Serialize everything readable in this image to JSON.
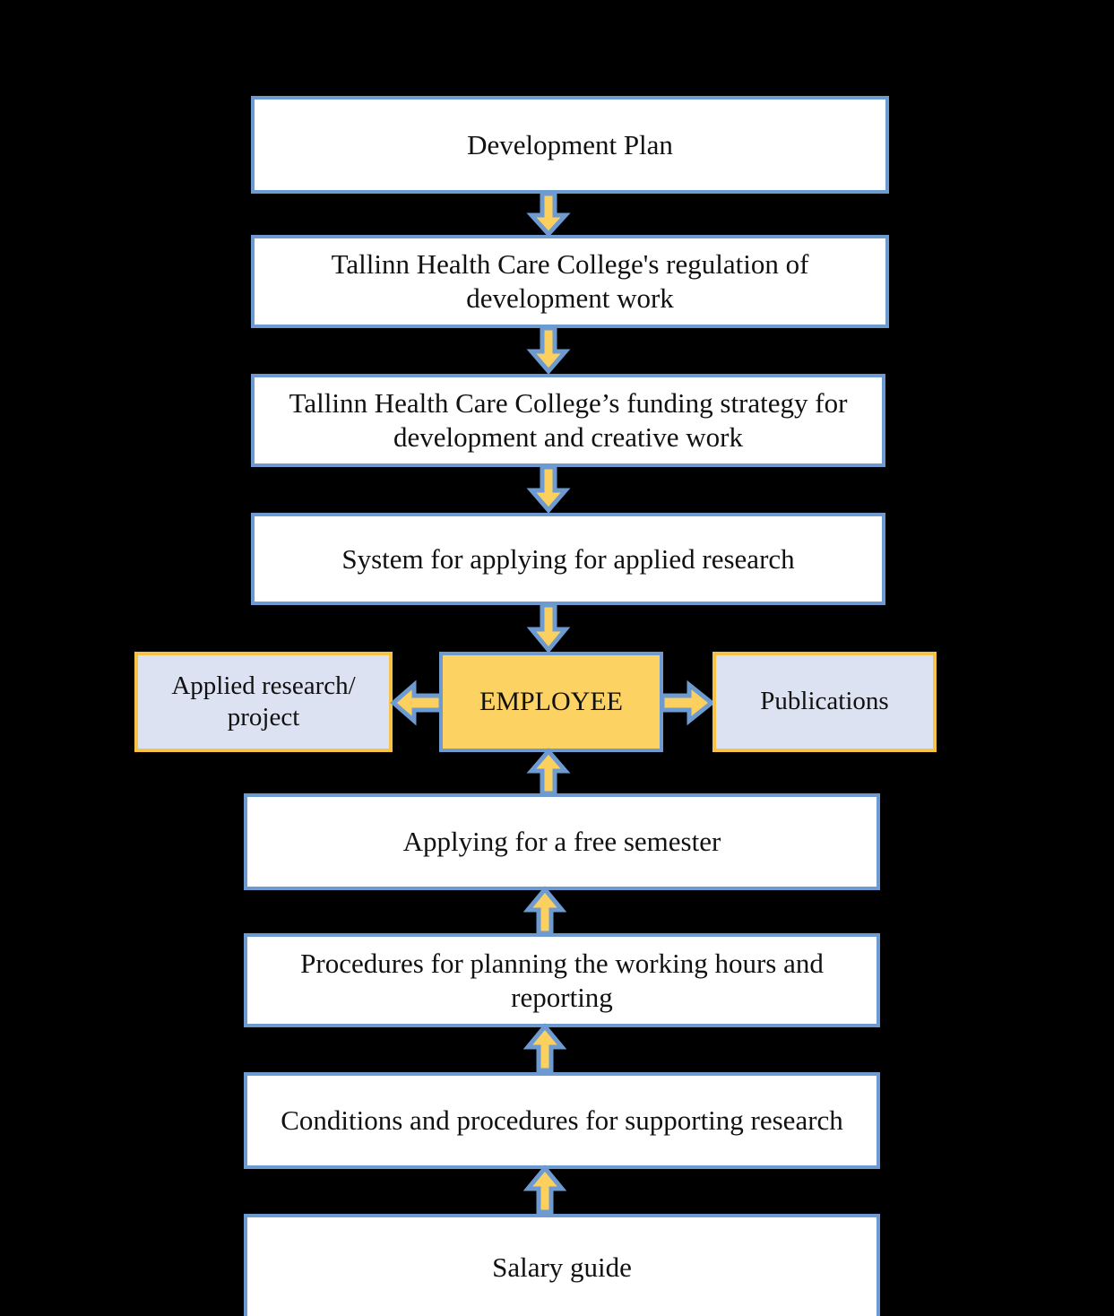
{
  "diagram": {
    "title": "Development work support system flow",
    "colors": {
      "background": "#000000",
      "box_border_blue": "#6D9BD1",
      "box_border_yellow": "#F6C344",
      "box_fill_white": "#FFFFFF",
      "box_fill_pale_blue": "#DCE2F1",
      "box_fill_yellow": "#FCD263",
      "arrow_fill": "#FBD05F",
      "arrow_outline": "#6D9BD1",
      "text": "#111111"
    },
    "nodes": {
      "development_plan": "Development Plan",
      "regulation": "Tallinn Health Care College's regulation of development work",
      "funding_strategy": "Tallinn Health Care College’s funding strategy for development and creative work",
      "system_applied_research": "System for applying for applied research",
      "employee": "EMPLOYEE",
      "applied_research_project": "Applied research/ project",
      "publications": "Publications",
      "free_semester": "Applying for a free semester",
      "working_hours": "Procedures for planning the working hours and reporting",
      "supporting_research": "Conditions and procedures for supporting research",
      "salary_guide": "Salary guide"
    },
    "arrows": [
      {
        "name": "arrow-development-plan-to-regulation",
        "direction": "down"
      },
      {
        "name": "arrow-regulation-to-funding-strategy",
        "direction": "down"
      },
      {
        "name": "arrow-funding-strategy-to-system",
        "direction": "down"
      },
      {
        "name": "arrow-system-to-employee",
        "direction": "down"
      },
      {
        "name": "arrow-employee-to-applied-research",
        "direction": "left"
      },
      {
        "name": "arrow-employee-to-publications",
        "direction": "right"
      },
      {
        "name": "arrow-free-semester-to-employee",
        "direction": "up"
      },
      {
        "name": "arrow-working-hours-to-free-semester",
        "direction": "up"
      },
      {
        "name": "arrow-supporting-research-to-working-hours",
        "direction": "up"
      },
      {
        "name": "arrow-salary-guide-to-supporting-research",
        "direction": "up"
      }
    ]
  }
}
